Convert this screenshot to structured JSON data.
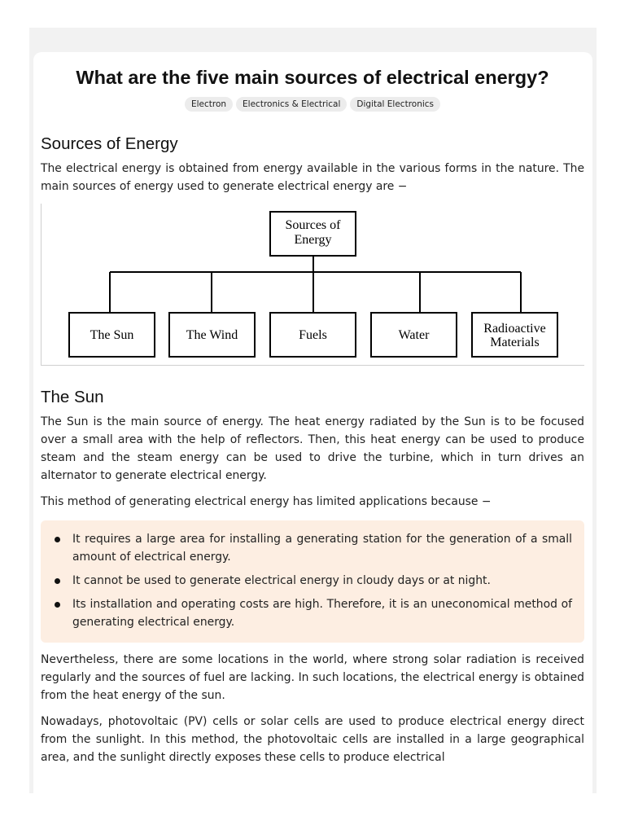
{
  "article": {
    "title": "What are the five main sources of electrical energy?",
    "tags": [
      "Electron",
      "Electronics & Electrical",
      "Digital Electronics"
    ]
  },
  "sections": {
    "sources": {
      "heading": "Sources of Energy",
      "intro": "The electrical energy is obtained from energy available in the various forms in the nature. The main sources of energy used to generate electrical energy are −"
    },
    "sun": {
      "heading": "The Sun",
      "para1": "The Sun is the main source of energy. The heat energy radiated by the Sun is to be focused over a small area with the help of reflectors. Then, this heat energy can be used to produce steam and the steam energy can be used to drive the turbine, which in turn drives an alternator to generate electrical energy.",
      "para2": "This method of generating electrical energy has limited applications because −",
      "limitations": [
        "It requires a large area for installing a generating station for the generation of a small amount of electrical energy.",
        "It cannot be used to generate electrical energy in cloudy days or at night.",
        "Its installation and operating costs are high. Therefore, it is an uneconomical method of generating electrical energy."
      ],
      "para3": "Nevertheless, there are some locations in the world, where strong solar radiation is received regularly and the sources of fuel are lacking. In such locations, the electrical energy is obtained from the heat energy of the sun.",
      "para4": "Nowadays, photovoltaic (PV) cells or solar cells are used to produce electrical energy direct from the sunlight. In this method, the photovoltaic cells are installed in a large geographical area, and the sunlight directly exposes these cells to produce electrical"
    }
  },
  "diagram": {
    "root": [
      "Sources of",
      "Energy"
    ],
    "children": [
      [
        "The Sun"
      ],
      [
        "The Wind"
      ],
      [
        "Fuels"
      ],
      [
        "Water"
      ],
      [
        "Radioactive",
        "Materials"
      ]
    ]
  }
}
